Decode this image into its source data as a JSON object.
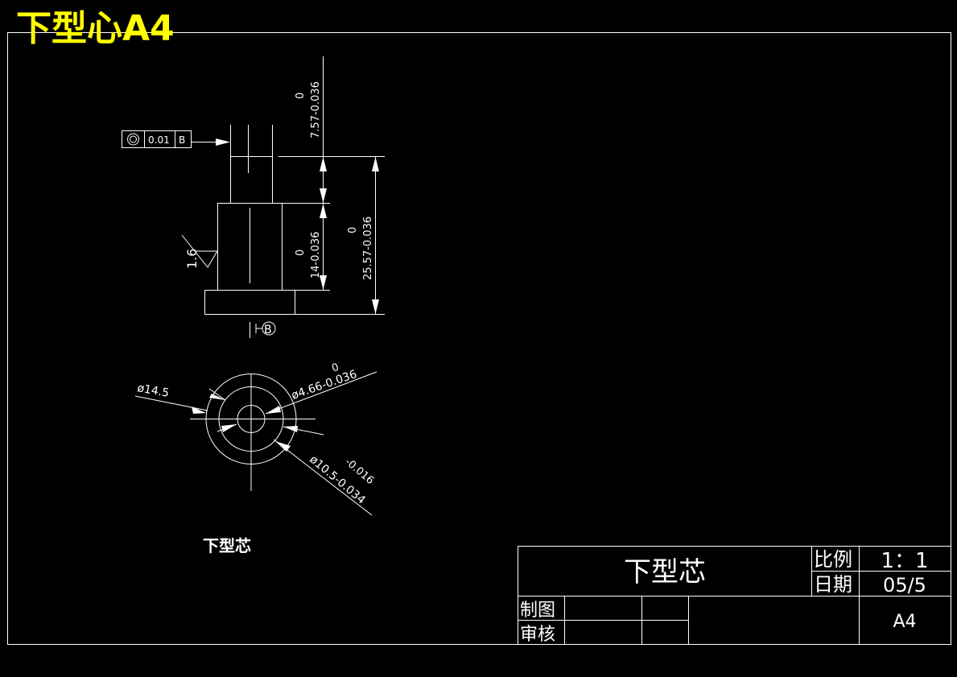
{
  "heading": "下型心A4",
  "part_caption": "下型芯",
  "feature_control_frame": {
    "symbol": "concentricity-icon",
    "tolerance": "0.01",
    "datum": "B"
  },
  "datum_label": "B",
  "surface_finish": "1.6",
  "dimensions": {
    "top_length": {
      "upper": "0",
      "lower": "7.57-0.036"
    },
    "total_length": {
      "upper": "0",
      "lower": "25.57-0.036"
    },
    "body_length": {
      "upper": "0",
      "lower": "14-0.036"
    },
    "dia_outer": "ø14.5",
    "dia_bore": {
      "upper": "0",
      "lower": "ø4.66-0.036"
    },
    "dia_mid": {
      "upper": "-0.016",
      "lower": "ø10.5-0.034"
    }
  },
  "title_block": {
    "name": "下型芯",
    "scale_label": "比例",
    "scale_value": "1：1",
    "date_label": "日期",
    "date_value": "05/5",
    "drawn_label": "制图",
    "checked_label": "审核",
    "sheet": "A4"
  },
  "colors": {
    "background": "#000000",
    "lines": "#ffffff",
    "heading": "#ffff00"
  }
}
